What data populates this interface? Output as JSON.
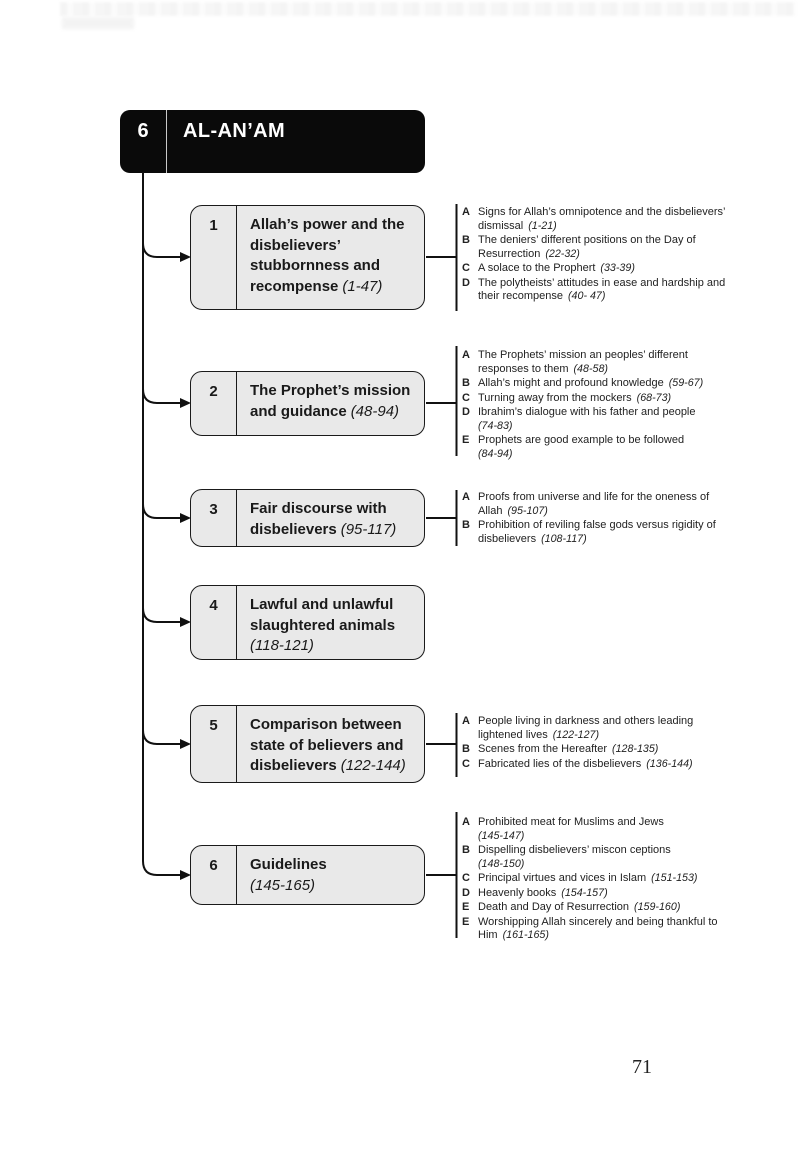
{
  "colors": {
    "ink": "#111111",
    "box_fill": "#e9e9e9",
    "header_bg": "#0a0a0a"
  },
  "header": {
    "chapter_number": "6",
    "title": "AL-AN’AM"
  },
  "page": {
    "number": "71"
  },
  "sections": [
    {
      "number": "1",
      "title": "Allah’s power and the disbelievers’ stubbornness and recompense",
      "range": "(1-47)",
      "items": [
        {
          "letter": "A",
          "text": "Signs for Allah’s omnipotence and the disbelievers’ dismissal",
          "range": "(1-21)"
        },
        {
          "letter": "B",
          "text": "The deniers’ different positions on the Day of Resurrection",
          "range": "(22-32)"
        },
        {
          "letter": "C",
          "text": "A solace to the Prophert",
          "range": "(33-39)"
        },
        {
          "letter": "D",
          "text": "The polytheists’ attitudes in ease and hardship and their recompense",
          "range": "(40- 47)"
        }
      ]
    },
    {
      "number": "2",
      "title": "The Prophet’s mission and guidance",
      "range": "(48-94)",
      "items": [
        {
          "letter": "A",
          "text": "The Prophets’ mission an peoples’ different responses to them",
          "range": "(48-58)"
        },
        {
          "letter": "B",
          "text": "Allah’s might and profound knowledge",
          "range": "(59-67)"
        },
        {
          "letter": "C",
          "text": "Turning away from the mockers",
          "range": "(68-73)"
        },
        {
          "letter": "D",
          "text": "Ibrahim’s dialogue with his father and people",
          "range": "(74-83)"
        },
        {
          "letter": "E",
          "text": "Prophets are good example to be followed",
          "range": "(84-94)"
        }
      ]
    },
    {
      "number": "3",
      "title": "Fair discourse with disbelievers",
      "range": "(95-117)",
      "items": [
        {
          "letter": "A",
          "text": "Proofs from universe and life for the oneness of Allah",
          "range": "(95-107)"
        },
        {
          "letter": "B",
          "text": "Prohibition of reviling false gods versus rigidity of disbelievers",
          "range": "(108-117)"
        }
      ]
    },
    {
      "number": "4",
      "title": "Lawful and unlawful slaughtered animals",
      "range": "(118-121)",
      "items": []
    },
    {
      "number": "5",
      "title": "Comparison between state of believers and disbelievers",
      "range": "(122-144)",
      "items": [
        {
          "letter": "A",
          "text": "People living in darkness and others leading lightened lives",
          "range": "(122-127)"
        },
        {
          "letter": "B",
          "text": "Scenes from the Hereafter",
          "range": "(128-135)"
        },
        {
          "letter": "C",
          "text": "Fabricated lies of the disbelievers",
          "range": "(136-144)"
        }
      ]
    },
    {
      "number": "6",
      "title": "Guidelines",
      "range": "(145-165)",
      "items": [
        {
          "letter": "A",
          "text": "Prohibited meat for Muslims and Jews",
          "range": "(145-147)"
        },
        {
          "letter": "B",
          "text": "Dispelling disbelievers’ miscon ceptions",
          "range": "(148-150)"
        },
        {
          "letter": "C",
          "text": "Principal virtues and vices in Islam",
          "range": "(151-153)"
        },
        {
          "letter": "D",
          "text": "Heavenly books",
          "range": "(154-157)"
        },
        {
          "letter": "E",
          "text": "Death and Day of Resurrection",
          "range": "(159-160)"
        },
        {
          "letter": "E",
          "text": "Worshipping Allah sincerely and being thankful to Him",
          "range": "(161-165)"
        }
      ]
    }
  ]
}
